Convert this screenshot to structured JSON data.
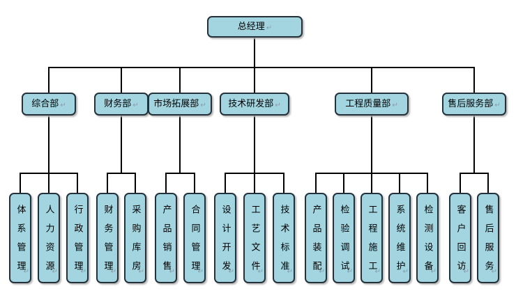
{
  "chart": {
    "type": "org-chart",
    "return_mark": "↵",
    "root": {
      "label": "总经理"
    },
    "departments": [
      {
        "label": "综合部",
        "children": [
          "体系管理",
          "人力资源",
          "行政管理"
        ]
      },
      {
        "label": "财务部",
        "children": [
          "财务管理",
          "采购库房"
        ]
      },
      {
        "label": "市场拓展部",
        "children": [
          "产品销售",
          "合同管理"
        ]
      },
      {
        "label": "技术研发部",
        "children": [
          "设计开发",
          "工艺文件",
          "技术标准"
        ]
      },
      {
        "label": "工程质量部",
        "children": [
          "产品装配",
          "检验调试",
          "工程施工",
          "系统维护",
          "检测设备"
        ]
      },
      {
        "label": "售后服务部",
        "children": [
          "客户回访",
          "售后服务"
        ]
      }
    ],
    "colors": {
      "background": "#ffffff",
      "box_fill": "#a2d5e0",
      "box_border": "#24313a",
      "connector": "#000000",
      "shadow": "#b7b7b7",
      "return_mark": "#8a9aab"
    }
  }
}
